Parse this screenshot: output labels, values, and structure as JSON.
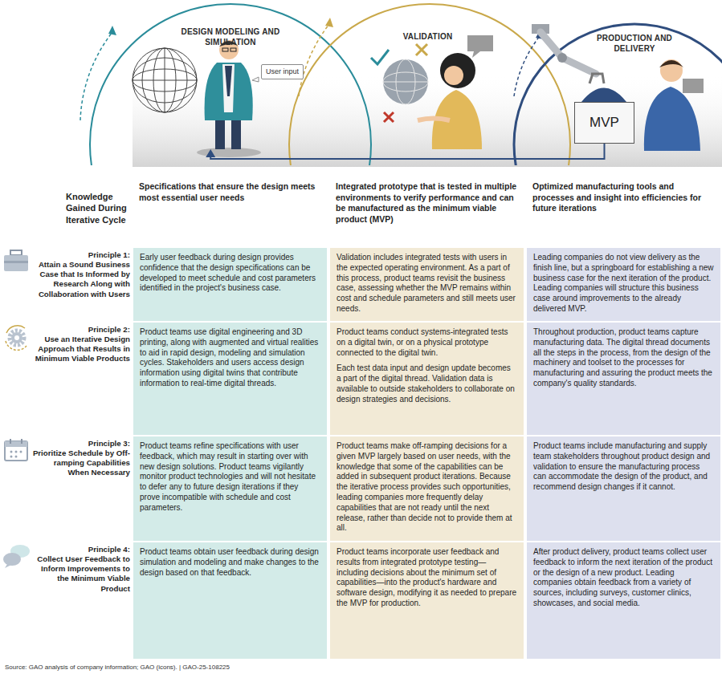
{
  "diagram": {
    "caption": "Source: GAO analysis of company information; GAO (icons). | GAO-25-108225",
    "nodes": [
      {
        "text": [
          "DESIGN MODELING AND SIMULATION"
        ]
      },
      {
        "text": [
          "User input"
        ],
        "in": 0
      },
      {
        "text": [
          "VALIDATION"
        ]
      },
      {
        "text": [
          "PRODUCTION AND DELIVERY"
        ]
      },
      {
        "text": [
          "MVP"
        ],
        "in": 3
      },
      {
        "text": [
          "Early user feedback during design provides confidence that the design specifications can be developed to meet schedule and cost parameters identified in the project's business case."
        ]
      },
      {
        "text": [
          "Validation includes integrated tests with users in the expected operating environment. As a part of this process, product teams revisit the business case, assessing whether the MVP remains within cost and schedule parameters and still meets user needs."
        ]
      },
      {
        "text": [
          "Leading companies do not view delivery as the finish line, but a springboard for establishing a new business case for the next iteration of the product. Leading companies will structure this business case around improvements to the already delivered MVP."
        ]
      },
      {
        "text": [
          "Product teams use digital engineering and 3D printing, along with augmented and virtual realities to aid in rapid design, modeling and simulation cycles. Stakeholders and users access design information using digital twins that contribute information to real-time digital threads."
        ]
      },
      {
        "text": [
          "Product teams conduct systems-integrated tests on a digital twin, or on a physical prototype connected to the digital twin.",
          "Each test data input and design update becomes a part of the digital thread. Validation data is available to outside stakeholders to collaborate on design strategies and decisions."
        ]
      },
      {
        "text": [
          "Throughout production, product teams capture manufacturing data. The digital thread documents all the steps in the process, from the design of the machinery and toolset to the processes for manufacturing and assuring the product meets the company's quality standards."
        ]
      },
      {
        "text": [
          "Product teams refine specifications with user feedback, which may result in starting over with new design solutions. Product teams vigilantly monitor product technologies and will not hesitate to defer any to future design iterations if they prove incompatible with schedule and cost parameters."
        ]
      },
      {
        "text": [
          "Product teams make off-ramping decisions for a given MVP largely based on user needs, with the knowledge that some of the capabilities can be added in subsequent product iterations. Because the iterative process provides such opportunities, leading companies more frequently delay capabilities that are not ready until the next release, rather than decide not to provide them at all."
        ]
      },
      {
        "text": [
          "Product teams include manufacturing and supply team stakeholders throughout product design and validation to ensure the manufacturing process can accommodate the design of the product, and recommend design changes if it cannot."
        ]
      },
      {
        "text": [
          "Product teams obtain user feedback during design simulation and modeling and make changes to the design based on that feedback."
        ]
      },
      {
        "text": [
          "Product teams incorporate user feedback and results from integrated prototype testing—including decisions about the minimum set of capabilities—into the product's hardware and software design, modifying it as needed to prepare the MVP for production."
        ]
      },
      {
        "text": [
          "After product delivery, product teams collect user feedback to inform the next iteration of the product or the design of a new product. Leading companies obtain feedback from a variety of sources, including surveys, customer clinics, showcases, and social media."
        ]
      }
    ],
    "edges": [
      {
        "from": 4,
        "to": 0,
        "arrow": "to"
      }
    ],
    "labels": [
      "Knowledge Gained During Iterative Cycle",
      "Specifications that ensure the design meets most essential user needs",
      "Integrated prototype that is tested in multiple environments to verify performance and can be manufactured as the minimum viable product (MVP)",
      "Optimized manufacturing tools and processes and insight into efficiencies for future iterations",
      "Principle 1:",
      "Attain a Sound Business Case that Is Informed by Research Along with Collaboration with Users",
      "Principle 2:",
      "Use an Iterative Design Approach that Results in Minimum Viable Products",
      "Principle 3:",
      "Prioritize Schedule by Off-ramping Capabilities When Necessary",
      "Principle 4:",
      "Collect User Feedback to Inform Improvements to the Minimum Viable Product"
    ]
  }
}
